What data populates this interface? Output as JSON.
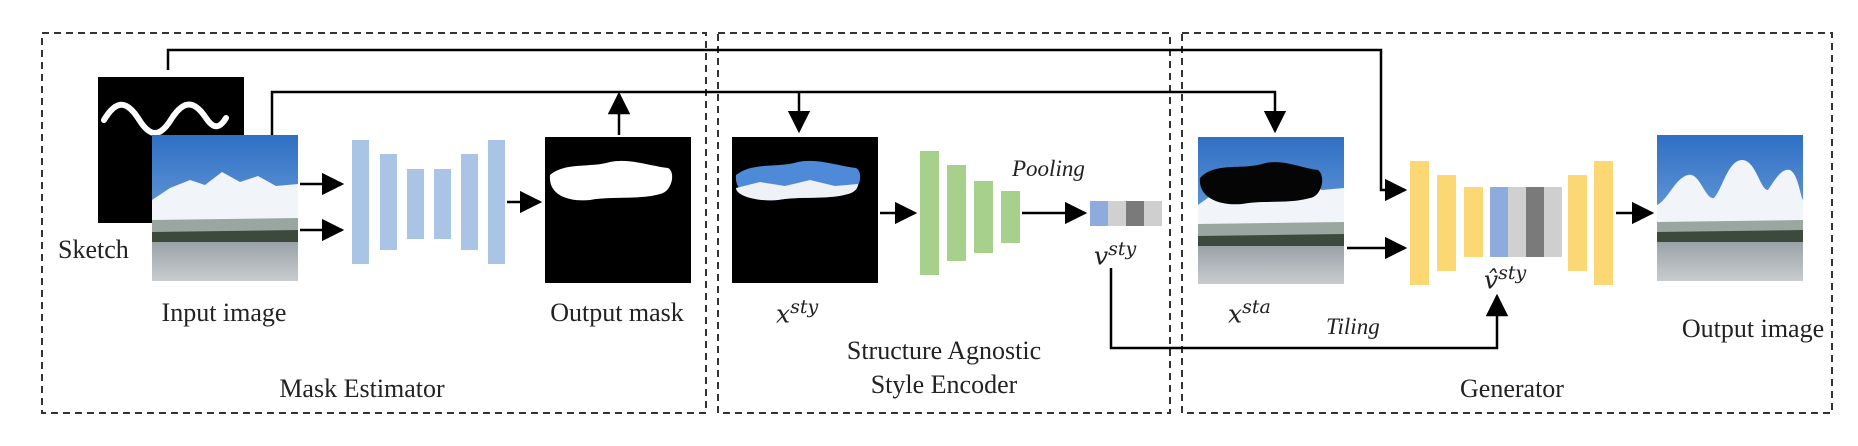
{
  "modules": {
    "mask_estimator": "Mask Estimator",
    "style_encoder_line1": "Structure Agnostic",
    "style_encoder_line2": "Style Encoder",
    "generator": "Generator"
  },
  "labels": {
    "sketch": "Sketch",
    "input_image": "Input image",
    "output_mask": "Output mask",
    "output_image": "Output image",
    "pooling": "Pooling",
    "tiling": "Tiling"
  },
  "math": {
    "x_sty_base": "x",
    "x_sty_sup": "sty",
    "v_sty_base": "v",
    "v_sty_sup": "sty",
    "v_hat_base": "v̂",
    "v_hat_sup": "sty",
    "x_sta_base": "x",
    "x_sta_sup": "sta"
  },
  "colors": {
    "mask_net": "#a9c4e4",
    "style_net": "#a8d08d",
    "generator_net": "#fcd874",
    "feature_cells": [
      "#8faadc",
      "#d0d0d0",
      "#7a7a7a",
      "#cfcfcf"
    ],
    "sky": "#3f7fd0",
    "snow": "#eef2f6",
    "road": "#b8bcc0"
  }
}
